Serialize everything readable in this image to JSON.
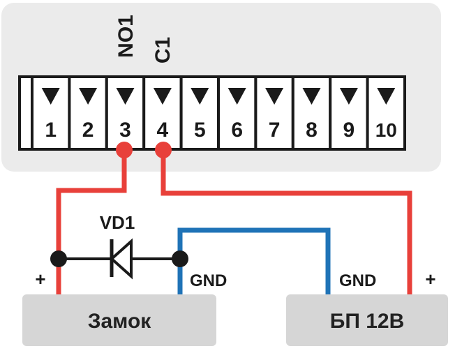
{
  "terminal_block": {
    "numbers": [
      "1",
      "2",
      "3",
      "4",
      "5",
      "6",
      "7",
      "8",
      "9",
      "10"
    ],
    "pin_labels": {
      "no1": "NO1",
      "c1": "C1"
    }
  },
  "diode": {
    "label": "VD1"
  },
  "lock_box": {
    "label": "Замок",
    "plus": "+",
    "gnd": "GND"
  },
  "psu_box": {
    "label": "БП 12В",
    "plus": "+",
    "gnd": "GND"
  },
  "colors": {
    "panel": "#ebebeb",
    "box": "#d6d6d6",
    "positive_wire": "#e8403a",
    "ground_wire": "#1f73b7",
    "line": "#1a1a1a"
  }
}
